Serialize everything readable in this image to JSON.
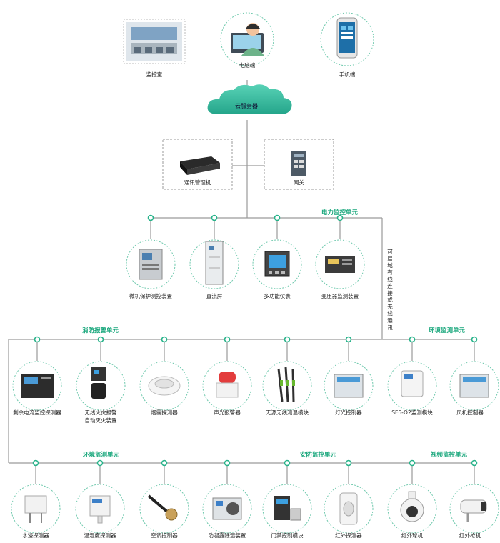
{
  "top": {
    "monitor_room": "监控室",
    "pc_client": "电脑端",
    "mobile_client": "手机端"
  },
  "cloud": "云服务器",
  "middle": {
    "comm_manager": "通讯管理机",
    "gateway": "网关"
  },
  "sections": {
    "power": "电力监控单元",
    "fire": "消防报警单元",
    "env_right": "环境监测单元",
    "env_bottom": "环境监测单元",
    "security": "安防监控单元",
    "video": "视频监控单元"
  },
  "comm_note": "可局域有线连接或无线通讯",
  "power_devices": [
    "微机保护测控装置",
    "直流屏",
    "多功能仪表",
    "变压器监测装置"
  ],
  "row1_devices": [
    [
      "剩余电流监控探测器"
    ],
    [
      "无线火灾报警",
      "自动灭火装置"
    ],
    [
      "烟雾探测器"
    ],
    [
      "声光报警器"
    ],
    [
      "无源无线测温模块"
    ],
    [
      "灯光控制器"
    ],
    [
      "SF6-O2监测模块"
    ],
    [
      "风机控制器"
    ]
  ],
  "row2_devices": [
    "水浸探测器",
    "温湿度探测器",
    "空调控制器",
    "防凝露除湿装置",
    "门禁控制模块",
    "红外探测器",
    "红外球机",
    "红外枪机"
  ],
  "colors": {
    "line": "#9a9a9a",
    "accent": "#27b38a",
    "cloud": "#3bbfa3"
  }
}
